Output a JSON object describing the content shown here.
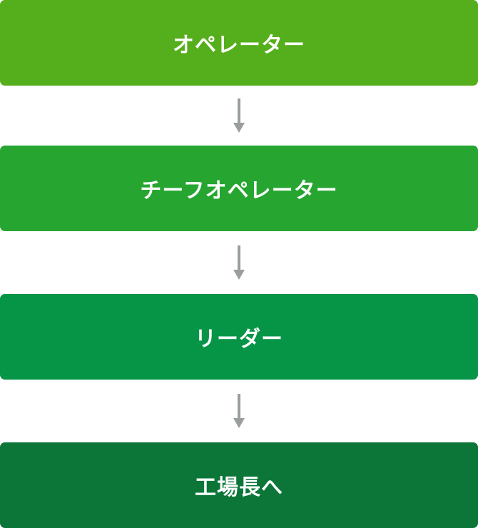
{
  "steps": [
    {
      "label": "オペレーター",
      "color": "#55ae1b"
    },
    {
      "label": "チーフオペレーター",
      "color": "#26a531"
    },
    {
      "label": "リーダー",
      "color": "#069547"
    },
    {
      "label": "工場長へ",
      "color": "#0b7638"
    }
  ],
  "arrow_color": "#9a9e9c"
}
